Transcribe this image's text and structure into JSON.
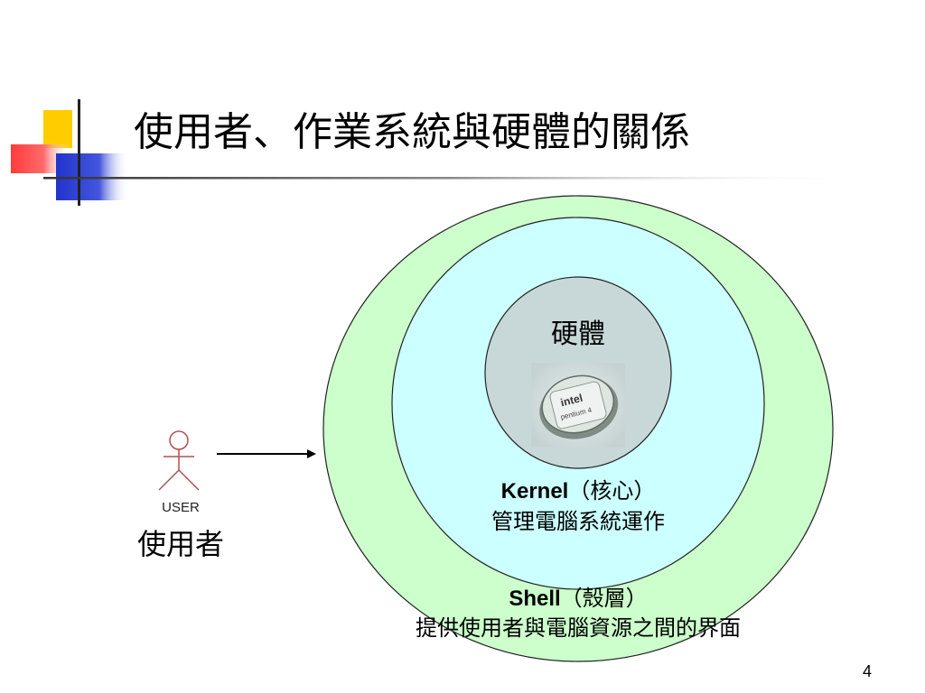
{
  "slide": {
    "title": "使用者、作業系統與硬體的關係",
    "page_number": "4"
  },
  "user": {
    "caption": "USER",
    "label": "使用者"
  },
  "hardware": {
    "label": "硬體",
    "chip_logo_text": "intel",
    "chip_product_text": "pentium 4"
  },
  "kernel": {
    "name": "Kernel",
    "name_cn": "（核心）",
    "description": "管理電腦系統運作"
  },
  "shell": {
    "name": "Shell",
    "name_cn": "（殼層）",
    "description": "提供使用者與電腦資源之間的界面"
  },
  "colors": {
    "shell_fill": "#ccffcc",
    "kernel_fill": "#ccffff",
    "hardware_fill": "#c8d8d8",
    "accent_yellow": "#ffcc00",
    "accent_red": "#ff4444",
    "accent_blue": "#2233cc"
  }
}
